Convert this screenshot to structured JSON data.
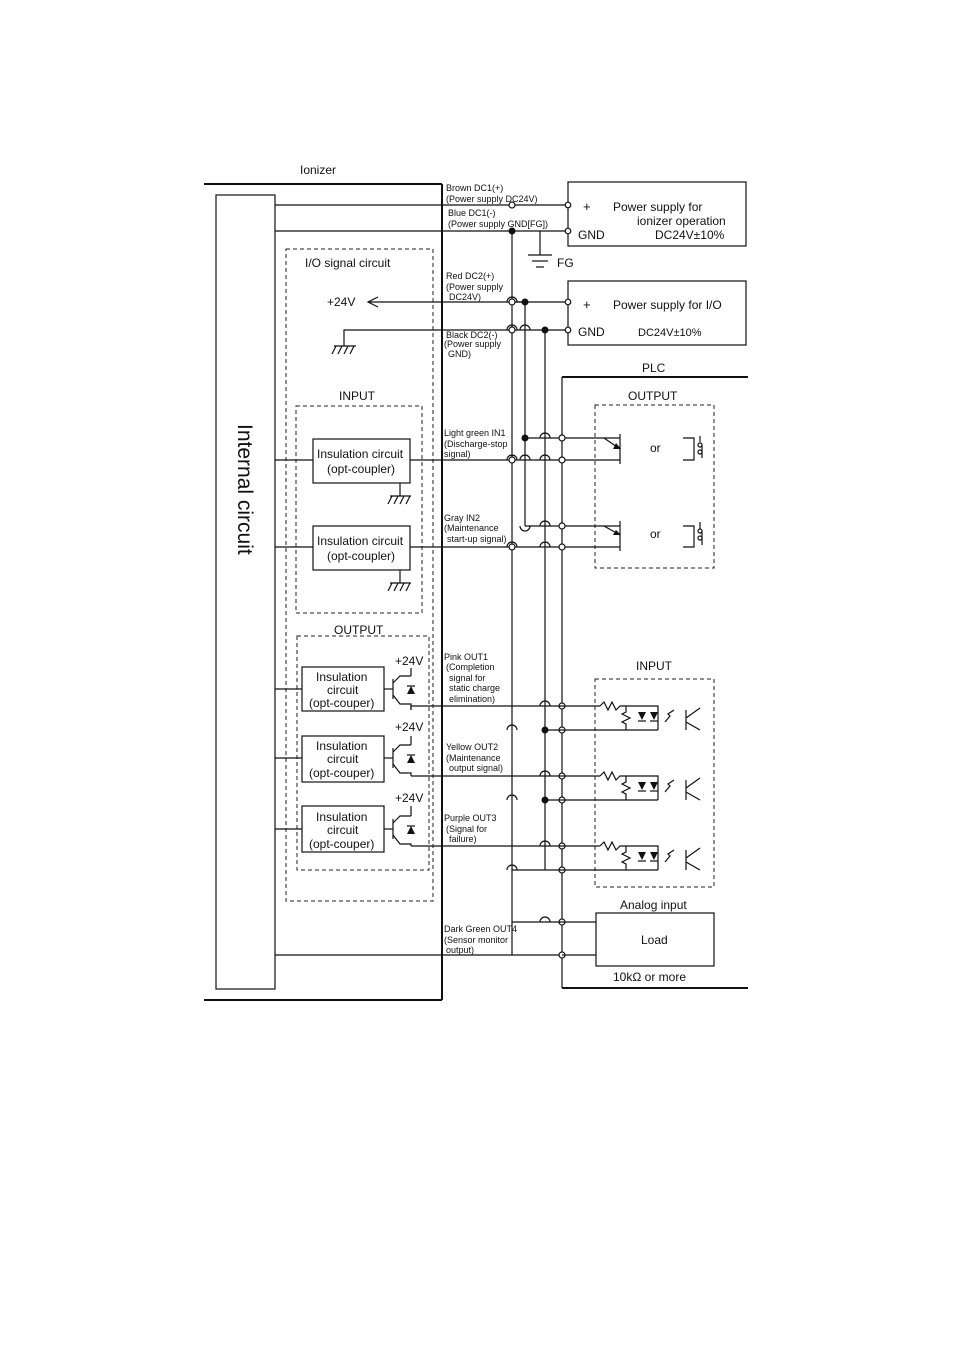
{
  "diagram": {
    "ionizer_label": "Ionizer",
    "internal_circuit_label": "Internal circuit",
    "io_signal_circuit_label": "I/O signal circuit",
    "plus24v": "+24V",
    "input_section_label": "INPUT",
    "output_section_label": "OUTPUT",
    "insulation_box_line1": "Insulation circuit",
    "insulation_box_line2": "(opt-coupler)",
    "out_box_line1": "Insulation",
    "out_box_line2": "circuit",
    "out_box_line3": "(opt-couper)",
    "wires": {
      "brown": [
        "Brown DC1(+)",
        "(Power supply DC24V)"
      ],
      "blue": [
        "Blue DC1(-)",
        "(Power supply GND[FG])"
      ],
      "red": [
        "Red DC2(+)",
        "(Power supply",
        "DC24V)"
      ],
      "black": [
        "Black DC2(-)",
        "(Power supply",
        "GND)"
      ],
      "light_green": [
        "Light green IN1",
        "(Discharge-stop",
        "signal)"
      ],
      "gray": [
        "Gray IN2",
        "(Maintenance",
        "start-up signal)"
      ],
      "pink": [
        "Pink OUT1",
        "(Completion",
        "signal for",
        "static charge",
        "elimination)"
      ],
      "yellow": [
        "Yellow OUT2",
        "(Maintenance",
        "output signal)"
      ],
      "purple": [
        "Purple OUT3",
        "(Signal for",
        "failure)"
      ],
      "dark_green": [
        "Dark Green OUT4",
        "(Sensor monitor",
        "output)"
      ]
    },
    "psu_ionizer": {
      "plus": "+",
      "gnd": "GND",
      "line1": "Power supply for",
      "line2": "ionizer operation",
      "rating": "DC24V±10%"
    },
    "fg_label": "FG",
    "psu_io": {
      "plus": "+",
      "gnd": "GND",
      "line1": "Power supply for I/O",
      "rating": "DC24V±10%"
    },
    "plc_label": "PLC",
    "plc_output_label": "OUTPUT",
    "or_label": "or",
    "plc_input_label": "INPUT",
    "analog_input_label": "Analog input",
    "load_label": "Load",
    "load_resistance": "10kΩ or more"
  }
}
